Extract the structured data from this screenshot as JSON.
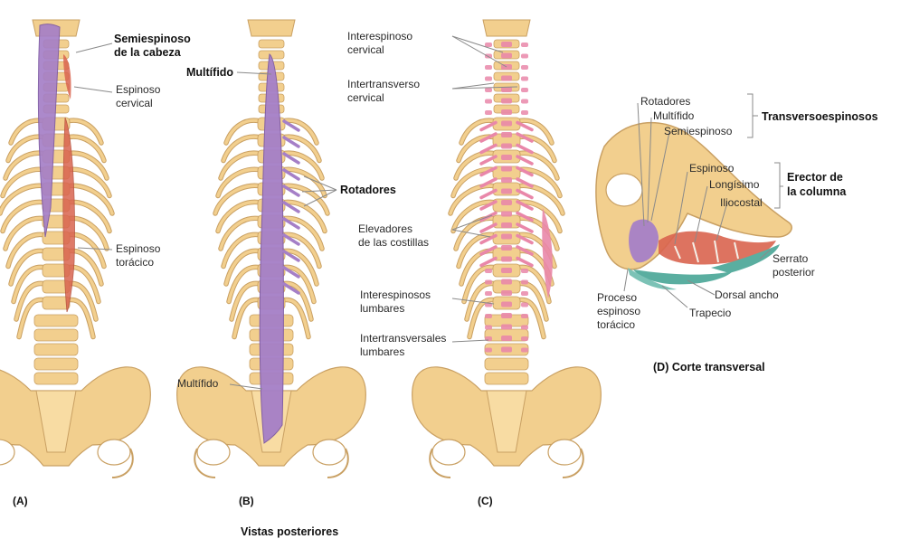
{
  "caption": "Vistas posteriores",
  "panels": {
    "a": {
      "letter": "(A)",
      "labels": {
        "semiespinoso_1": "Semiespinoso",
        "semiespinoso_2": "de la cabeza",
        "espinoso_cerv_1": "Espinoso",
        "espinoso_cerv_2": "cervical",
        "espinoso_tor_1": "Espinoso",
        "espinoso_tor_2": "torácico"
      }
    },
    "b": {
      "letter": "(B)",
      "labels": {
        "multifido_top": "Multífido",
        "rotadores": "Rotadores",
        "multifido_bottom": "Multífido"
      }
    },
    "c": {
      "letter": "(C)",
      "labels": {
        "interesp_cerv_1": "Interespinoso",
        "interesp_cerv_2": "cervical",
        "intertrans_cerv_1": "Intertransverso",
        "intertrans_cerv_2": "cervical",
        "elevadores_1": "Elevadores",
        "elevadores_2": "de las costillas",
        "interesp_lumb_1": "Interespinosos",
        "interesp_lumb_2": "lumbares",
        "intertrans_lumb_1": "Intertransversales",
        "intertrans_lumb_2": "lumbares"
      }
    },
    "d": {
      "title": "(D)  Corte transversal",
      "labels": {
        "rotadores": "Rotadores",
        "multifido": "Multífido",
        "semiespinoso": "Semiespinoso",
        "group_transverso": "Transversoespinosos",
        "espinoso": "Espinoso",
        "longisimo": "Longísimo",
        "iliocostal": "Iliocostal",
        "group_erector_1": "Erector de",
        "group_erector_2": "la columna",
        "serrato_1": "Serrato",
        "serrato_2": "posterior",
        "dorsal": "Dorsal ancho",
        "trapecio": "Trapecio",
        "proceso_1": "Proceso",
        "proceso_2": "espinoso",
        "proceso_3": "torácico"
      }
    }
  },
  "colors": {
    "bone": "#f2cf8e",
    "bone_edge": "#c9a063",
    "multifidus": "#a57fc7",
    "erector": "#d9644f",
    "short_muscles": "#e987a9",
    "serratus": "#5aaea0"
  }
}
